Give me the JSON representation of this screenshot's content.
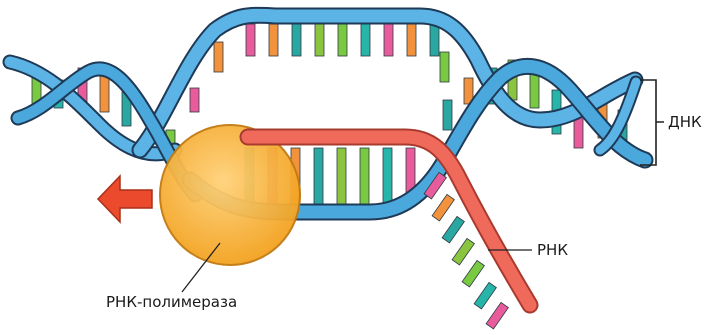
{
  "labels": {
    "dna": "ДНК",
    "rna": "РНК",
    "polymerase": "РНК-полимераза"
  },
  "colors": {
    "dna_strand": "#5bb4e5",
    "dna_strand_dark": "#3a8fc8",
    "rna_strand": "#f06a5c",
    "polymerase": "#f7b233",
    "arrow": "#ec4a2c",
    "base_palette": [
      "#7ac943",
      "#26b5a8",
      "#e95c9b",
      "#f2923c",
      "#2aa7a1",
      "#8bc540"
    ]
  },
  "icons": {
    "direction_arrow": "left-arrow-icon"
  }
}
